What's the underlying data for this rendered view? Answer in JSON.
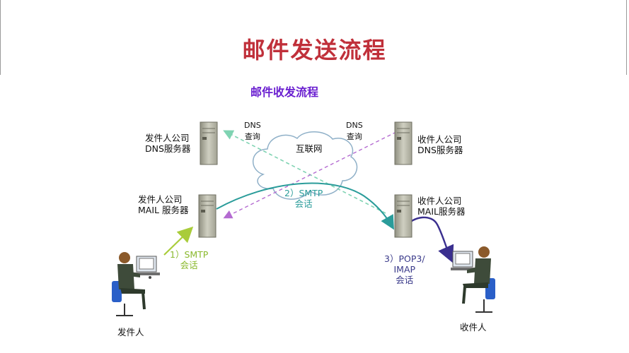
{
  "slide": {
    "title": "邮件发送流程",
    "subtitle": "邮件收发流程"
  },
  "nodes": {
    "sender_dns": "发件人公司\nDNS服务器",
    "sender_mail": "发件人公司\nMAIL 服务器",
    "receiver_dns": "收件人公司\nDNS服务器",
    "receiver_mail": "收件人公司\nMAIL服务器",
    "internet": "互联网",
    "sender": "发件人",
    "receiver": "收件人"
  },
  "edges": {
    "dns_query_left": "DNS\n查询",
    "dns_query_right": "DNS\n查询",
    "step1": "1）SMTP\n会话",
    "step2": "2）SMTP\n会话",
    "step3": "3）POP3/\nIMAP\n会话"
  },
  "colors": {
    "title": "#c0303a",
    "subtitle": "#6a1fd0",
    "step1": "#a9cc3a",
    "step2": "#2a9c9a",
    "step3": "#3a2f8f",
    "dns_query": "#b46bd1"
  }
}
